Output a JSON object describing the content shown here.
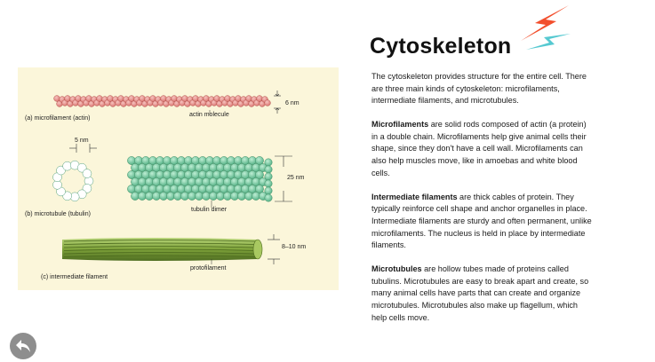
{
  "slide": {
    "title": "Cytoskeleton",
    "intro": "The cytoskeleton provides structure for the entire cell. There are three main kinds of cytoskeleton: microfilaments, intermediate filaments, and microtubules.",
    "sections": [
      {
        "term": "Microfilaments",
        "text": " are solid rods composed of actin (a protein) in a double chain. Microfilaments help give animal cells their shape, since they don't have a cell wall. Microfilaments can also help muscles move, like in amoebas and white blood cells."
      },
      {
        "term": "Intermediate filaments",
        "text": " are thick cables of protein. They typically reinforce cell shape and anchor organelles in place. Intermediate filaments are sturdy and often permanent, unlike microfilaments. The nucleus is held in place by intermediate filaments."
      },
      {
        "term": "Microtubules",
        "text": " are hollow tubes made of proteins called tubulins. Microtubules are easy to break apart and create, so many animal cells have parts that can create and organize microtubules. Microtubules also make up flagellum, which help cells move."
      }
    ]
  },
  "figure": {
    "a_label": "(a) microfilament (actin)",
    "a_part": "actin molecule",
    "a_size": "6 nm",
    "b_label": "(b) microtubule (tubulin)",
    "b_part": "tubulin dimer",
    "b_size": "25 nm",
    "b_subunit": "5 nm",
    "c_label": "(c) intermediate filament",
    "c_part": "protofilament",
    "c_size": "8–10 nm",
    "colors": {
      "actin": "#e8908c",
      "tubulin": "#7fcfa6",
      "filament": "#8cb548",
      "panel": "#fbf6da"
    }
  },
  "icons": {
    "decoration": "lightning-bolt-icon",
    "back": "back-arrow-icon"
  }
}
